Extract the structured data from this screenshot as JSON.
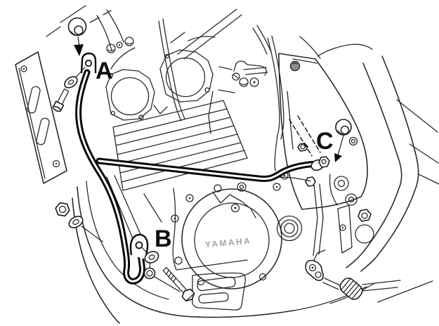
{
  "figure": {
    "description": "Black-and-white technical line illustration of a motorcycle engine (carburetors, finned cylinder block, clutch cover, side plate, exhaust headers) with a thick tubular engine crash bar and three mounting points called out with hardware",
    "labels": {
      "a": "A",
      "b": "B",
      "c": "C"
    },
    "engine_text": "YAMAHA",
    "colors": {
      "background": "#ffffff",
      "line_art": "#2a2a2a",
      "crash_bar": "#0a0a0a",
      "label_text": "#0d0d0d",
      "logo_text": "#979797"
    }
  }
}
